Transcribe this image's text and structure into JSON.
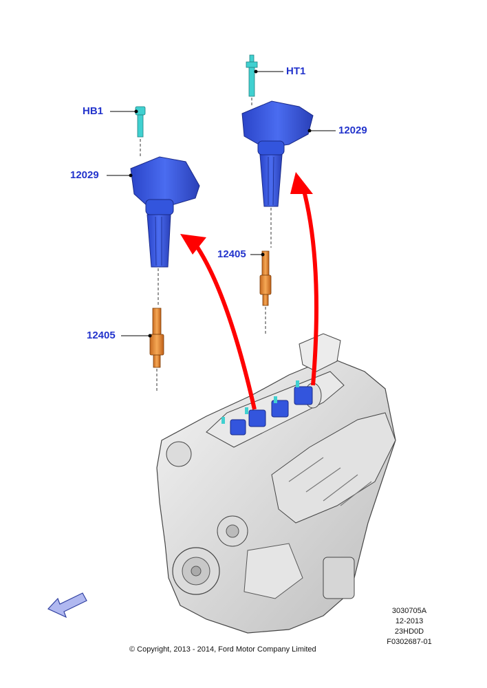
{
  "callouts": {
    "ht1": "HT1",
    "hb1": "HB1",
    "coil_right": "12029",
    "coil_left": "12029",
    "plug_right": "12405",
    "plug_left": "12405"
  },
  "drawing_info": {
    "lines": [
      "3030705A",
      "12-2013",
      "23HD0D",
      "F0302687-01"
    ]
  },
  "copyright": "© Copyright, 2013 - 2014, Ford Motor Company Limited",
  "colors": {
    "callout_text": "#2233cc",
    "coil": "#3355dd",
    "spark_plug": "#e8923a",
    "bolt": "#40d0d0",
    "arrow": "#ff0000",
    "engine": "#d8d8d8"
  }
}
